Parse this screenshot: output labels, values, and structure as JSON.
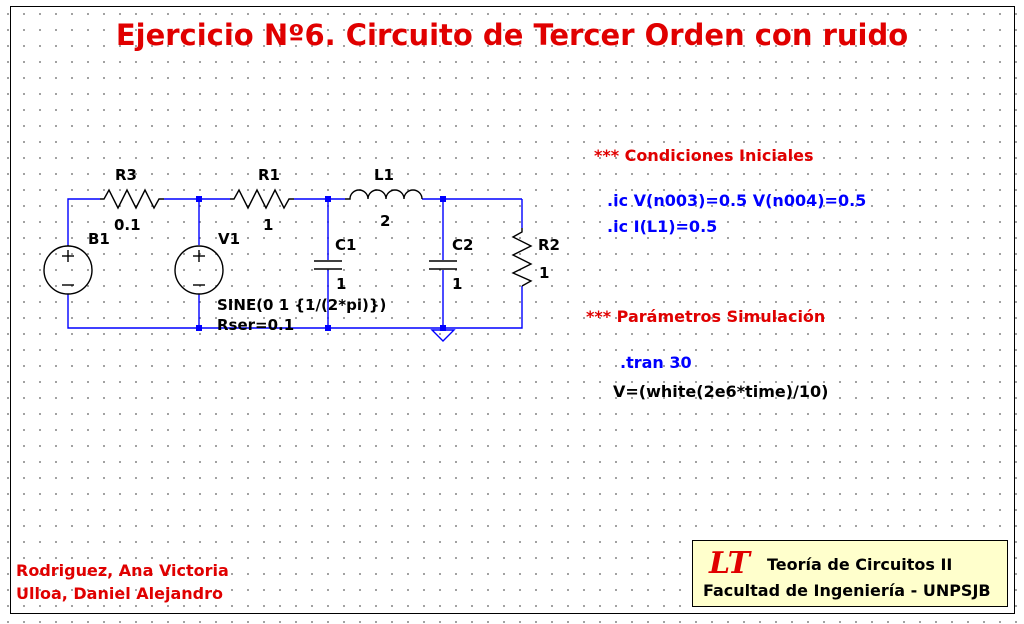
{
  "title": "Ejercicio Nº6. Circuito de Tercer Orden con ruido",
  "components": {
    "R3": {
      "name": "R3",
      "value": "0.1"
    },
    "R1": {
      "name": "R1",
      "value": "1"
    },
    "L1": {
      "name": "L1",
      "value": "2"
    },
    "C1": {
      "name": "C1",
      "value": "1"
    },
    "C2": {
      "name": "C2",
      "value": "1"
    },
    "R2": {
      "name": "R2",
      "value": "1"
    },
    "B1": {
      "name": "B1"
    },
    "V1": {
      "name": "V1",
      "value_line1": "SINE(0 1 {1/(2*pi)})",
      "value_line2": "Rser=0.1"
    }
  },
  "directives": {
    "initial_header": "*** Condiciones Iniciales",
    "ic_line1": ".ic V(n003)=0.5 V(n004)=0.5",
    "ic_line2": ".ic I(L1)=0.5",
    "sim_header": "*** Parámetros Simulación",
    "tran": ".tran 30",
    "noise": "V=(white(2e6*time)/10)"
  },
  "authors": [
    "Rodriguez, Ana Victoria",
    "Ulloa, Daniel Alejandro"
  ],
  "title_block": {
    "logo": "LT",
    "line1": "Teoría de Circuitos II",
    "line2": "Facultad de Ingeniería - UNPSJB"
  },
  "colors": {
    "title": "#e00000",
    "directive": "#0000ff",
    "title_block_bg": "#ffffcc",
    "wire": "#0000ff",
    "node": "#0000ff",
    "component": "#000000"
  }
}
